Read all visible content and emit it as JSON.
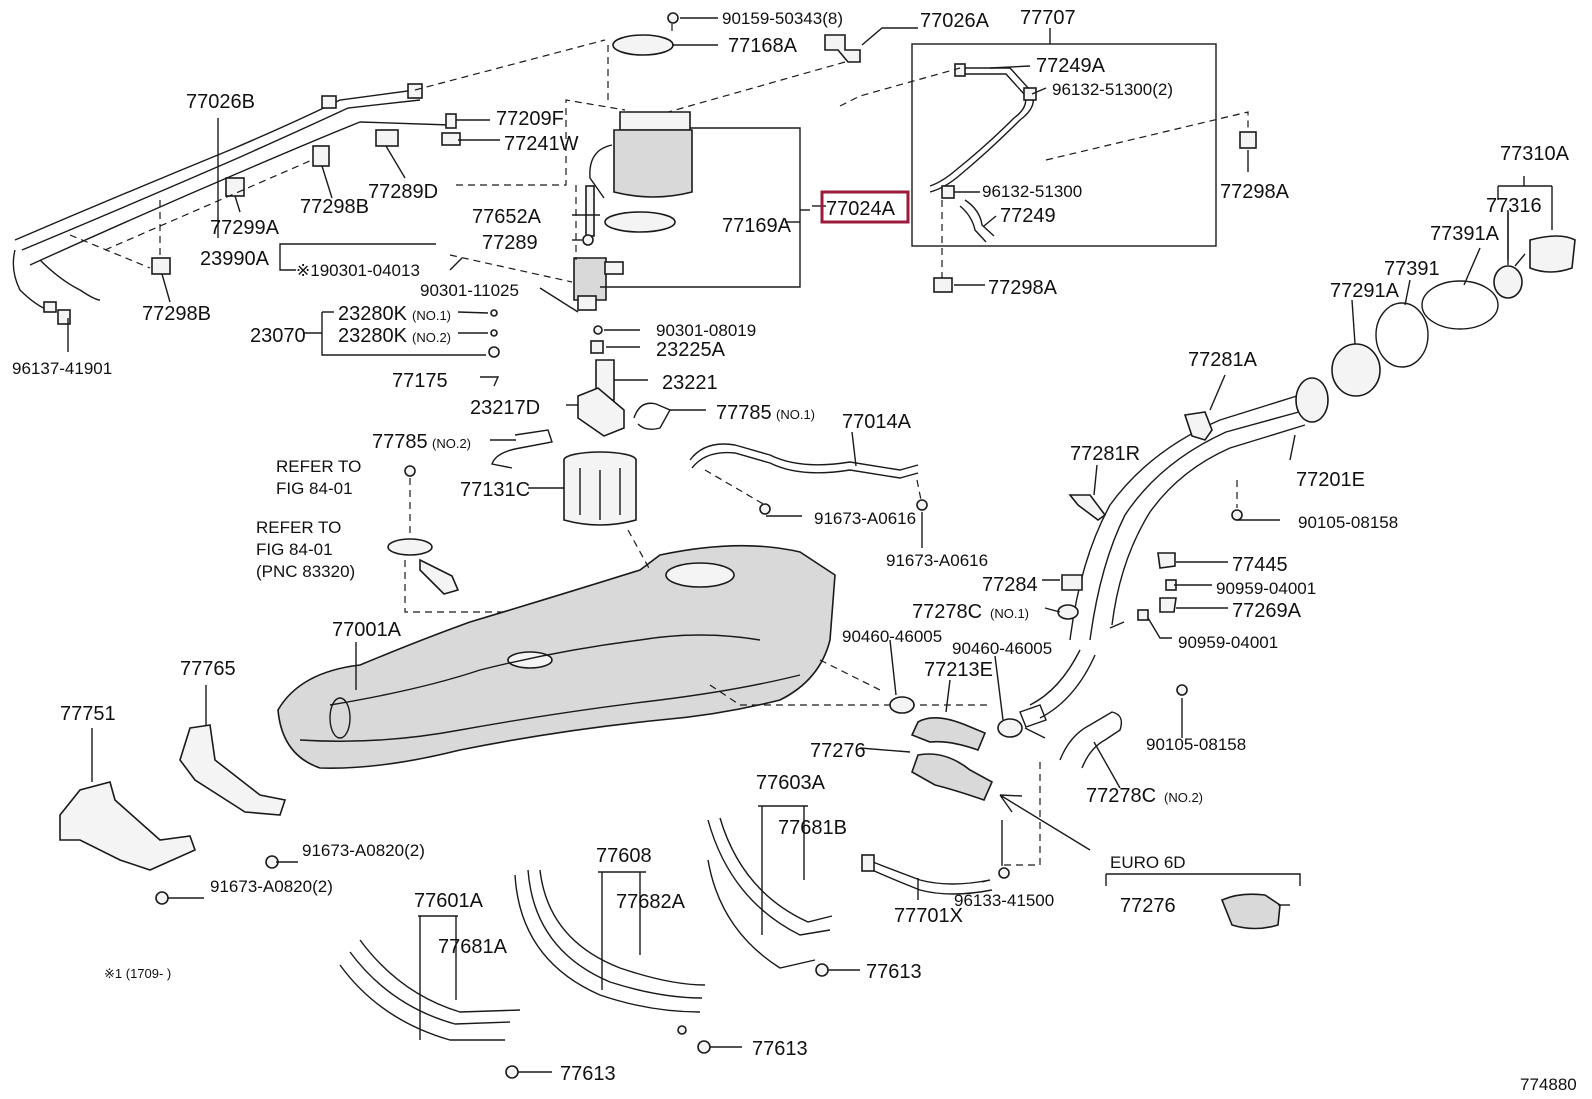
{
  "labels": {
    "p90159_50343": "90159-50343(8)",
    "p77026A": "77026A",
    "p77707": "77707",
    "p77168A": "77168A",
    "p77249A": "77249A",
    "p96132_51300_2": "96132-51300(2)",
    "p77026B": "77026B",
    "p77209F": "77209F",
    "p77241W": "77241W",
    "p77298A_1": "77298A",
    "p77310A": "77310A",
    "p96132_51300": "96132-51300",
    "p77289D": "77289D",
    "p77298B_1": "77298B",
    "p77299A": "77299A",
    "p77316": "77316",
    "p77024A": "77024A",
    "p77652A": "77652A",
    "p77169A": "77169A",
    "p77249": "77249",
    "p77391A": "77391A",
    "p77289": "77289",
    "p23990A": "23990A",
    "p190301_04013": "※190301-04013",
    "p77391": "77391",
    "p77298A_2": "77298A",
    "p77291A": "77291A",
    "p90301_11025": "90301-11025",
    "p23280K_1": "23280K",
    "no1_a": "(NO.1)",
    "p77298B_2": "77298B",
    "p90301_08019": "90301-08019",
    "p23070": "23070",
    "p23280K_2": "23280K",
    "no2_a": "(NO.2)",
    "p23225A": "23225A",
    "p96137_41901": "96137-41901",
    "p77281A": "77281A",
    "p77175": "77175",
    "p23221": "23221",
    "p23217D": "23217D",
    "p77785_1": "77785",
    "no1_b": "(NO.1)",
    "p77014A": "77014A",
    "p77785_2": "77785",
    "no2_b": "(NO.2)",
    "p77201E": "77201E",
    "p77281R": "77281R",
    "refer1_l1": "REFER TO",
    "refer1_l2": "FIG 84-01",
    "p77131C": "77131C",
    "p91673_A0616_1": "91673-A0616",
    "p90105_08158_1": "90105-08158",
    "refer2_l1": "REFER TO",
    "refer2_l2": "FIG 84-01",
    "refer2_l3": "(PNC 83320)",
    "p91673_A0616_2": "91673-A0616",
    "p77445": "77445",
    "p77284": "77284",
    "p90959_04001_1": "90959-04001",
    "p77278C_1": "77278C",
    "no1_c": "(NO.1)",
    "p77269A": "77269A",
    "p77001A": "77001A",
    "p90460_46005_1": "90460-46005",
    "p90959_04001_2": "90959-04001",
    "p90460_46005_2": "90460-46005",
    "p77765": "77765",
    "p77213E": "77213E",
    "p77751": "77751",
    "p90105_08158_2": "90105-08158",
    "p77276_1": "77276",
    "p77603A": "77603A",
    "p77278C_2": "77278C",
    "no2_c": "(NO.2)",
    "p77681B": "77681B",
    "p91673_A0820_1": "91673-A0820(2)",
    "p77608": "77608",
    "p91673_A0820_2": "91673-A0820(2)",
    "p96133_41500": "96133-41500",
    "euro6d": "EURO 6D",
    "p77276_2": "77276",
    "p77601A": "77601A",
    "p77682A": "77682A",
    "p77701X": "77701X",
    "p77681A": "77681A",
    "p77613_1": "77613",
    "footnote": "※1 (1709-      )",
    "p77613_2": "77613",
    "p77613_3": "77613",
    "fig_no": "774880"
  },
  "highlight": {
    "part": "77024A",
    "color": "#9b1b3a"
  }
}
